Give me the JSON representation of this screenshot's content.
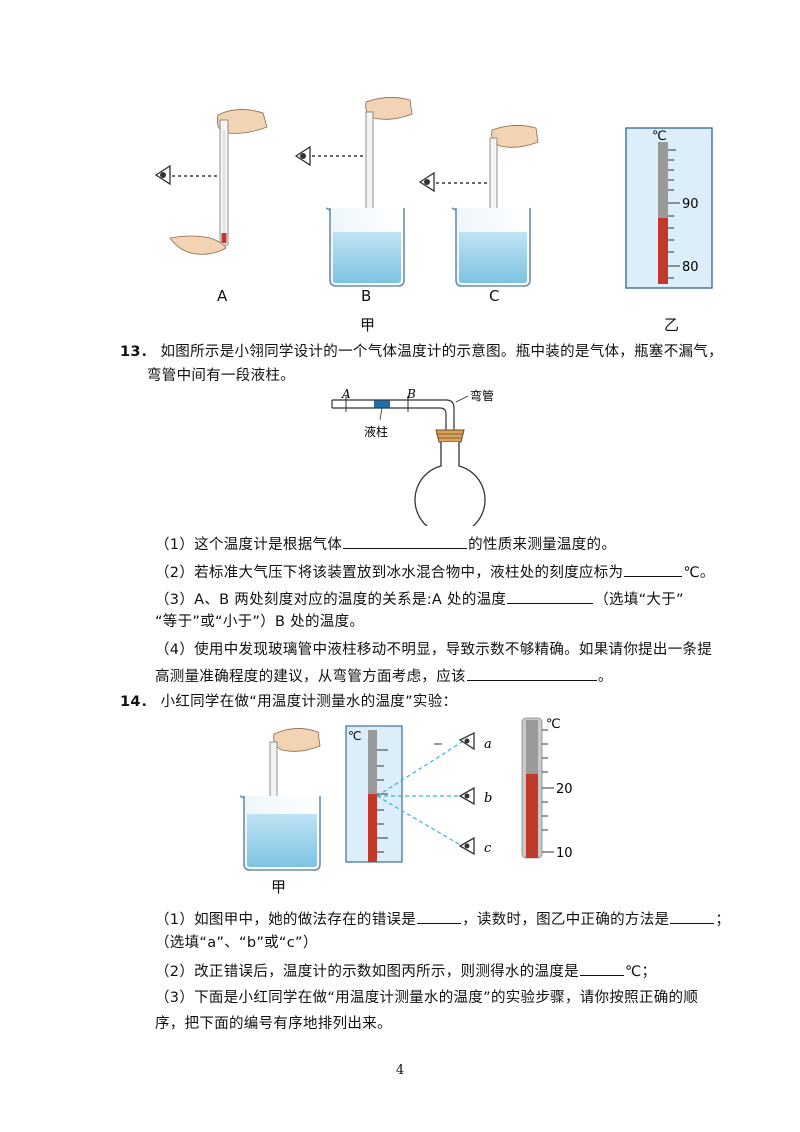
{
  "page": {
    "number": "4"
  },
  "figure1": {
    "label_a": "A",
    "label_b": "B",
    "label_c": "C",
    "caption_left": "甲",
    "caption_right": "乙",
    "unit": "℃",
    "scale_upper": "90",
    "scale_lower": "80"
  },
  "q13": {
    "number": "13．",
    "stem_1": "如图所示是小翎同学设计的一个气体温度计的示意图。瓶中装的是气体，瓶塞不漏气，",
    "stem_2": "弯管中间有一段液柱。",
    "fig_label_a": "A",
    "fig_label_b": "B",
    "fig_label_tube": "弯管",
    "fig_label_liquid": "液柱",
    "part1_pre": "（1）这个温度计是根据气体",
    "part1_post": "的性质来测量温度的。",
    "part2_pre": "（2）若标准大气压下将该装置放到冰水混合物中，液柱处的刻度应标为",
    "part2_post": "℃。",
    "part3_pre": "（3）A、B 两处刻度对应的温度的关系是:A 处的温度",
    "part3_post": "（选填“大于”",
    "part3_line2": "“等于”或“小于”）B 处的温度。",
    "part4_line1": "（4）使用中发现玻璃管中液柱移动不明显，导致示数不够精确。如果请你提出一条提",
    "part4_line2_pre": "高测量准确程度的建议，从弯管方面考虑，应该",
    "part4_line2_post": "。"
  },
  "q14": {
    "number": "14．",
    "stem": "小红同学在做“用温度计测量水的温度”实验：",
    "fig_unit": "℃",
    "fig_eye_a": "a",
    "fig_eye_b": "b",
    "fig_eye_c": "c",
    "fig_unit_bing": "℃",
    "fig_scale_upper": "20",
    "fig_scale_lower": "10",
    "fig_caption": "甲",
    "part1_pre": "（1）如图甲中，她的做法存在的错误是",
    "part1_mid": "，读数时，图乙中正确的方法是",
    "part1_post": "；",
    "part1_line2": "（选填“a”、“b”或“c”）",
    "part2_pre": "（2）改正错误后，温度计的示数如图丙所示，则测得水的温度是",
    "part2_post": "℃；",
    "part3_line1": "（3）下面是小红同学在做“用温度计测量水的温度”的实验步骤，请你按照正确的顺",
    "part3_line2": "序，把下面的编号有序地排列出来。"
  }
}
